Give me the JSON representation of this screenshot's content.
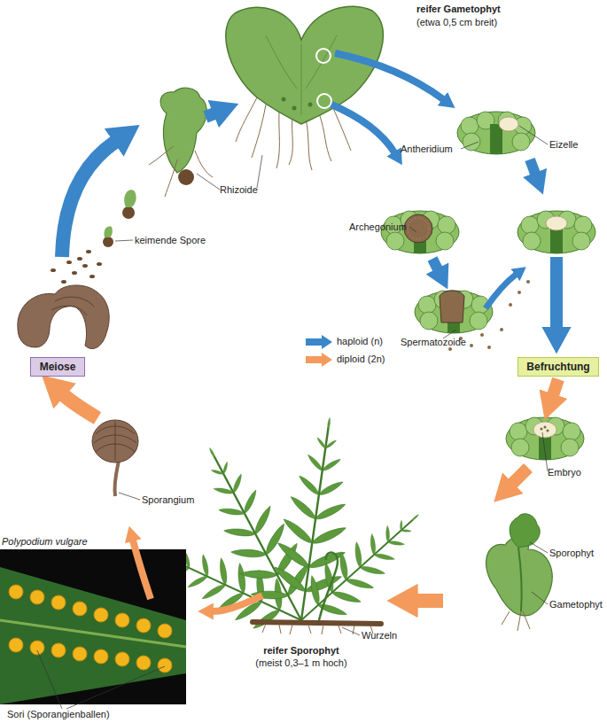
{
  "diagram": {
    "nodes": [
      {
        "text": [
          "Meiose"
        ]
      },
      {
        "text": [
          "Befruchtung"
        ]
      }
    ],
    "labels": [
      "reifer Gametophyt",
      "(etwa 0,5 cm breit)",
      "Antheridium",
      "Eizelle",
      "Rhizoide",
      "Archegonium",
      "keimende Spore",
      "Spermatozoide",
      "Embryo",
      "Sporophyt",
      "Gametophyt",
      "Sporangium",
      "Polypodium vulgare",
      "Wurzeln",
      "reifer Sporophyt",
      "(meist 0,3–1 m hoch)",
      "Sori (Sporangienballen)"
    ],
    "legend": [
      {
        "text": "haploid (n)",
        "color": "#3a86c8"
      },
      {
        "text": "diploid (2n)",
        "color": "#f39a5c"
      }
    ]
  }
}
